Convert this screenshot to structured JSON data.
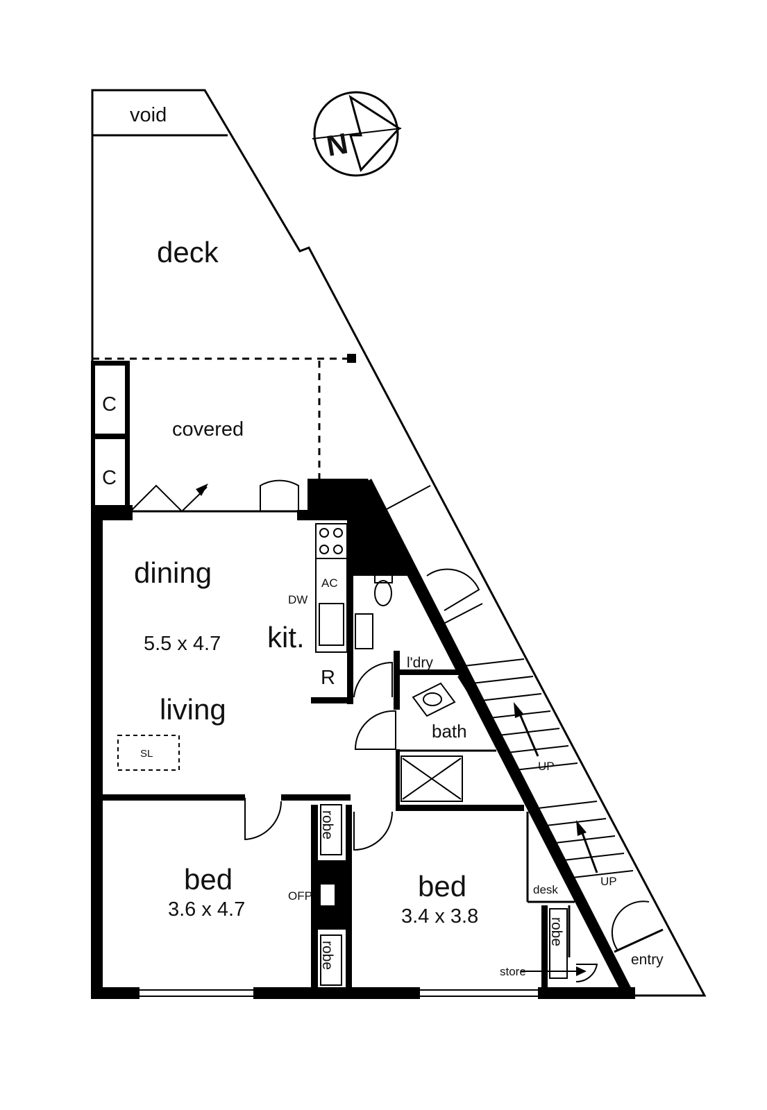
{
  "rooms": {
    "void": "void",
    "deck": "deck",
    "covered": "covered",
    "cupboard_1": "C",
    "cupboard_2": "C",
    "dining": "dining",
    "dining_living_size": "5.5 x 4.7",
    "living": "living",
    "kitchen": "kit.",
    "dishwasher": "DW",
    "air_con": "AC",
    "refrigerator": "R",
    "laundry": "l'dry",
    "bath": "bath",
    "skylight": "SL",
    "bed_1": "bed",
    "bed_1_size": "3.6 x 4.7",
    "bed_2": "bed",
    "bed_2_size": "3.4 x 3.8",
    "robe_1": "robe",
    "robe_2": "robe",
    "robe_3": "robe",
    "fireplace": "OFP",
    "desk": "desk",
    "store": "store",
    "entry": "entry",
    "stairs_up_1": "UP",
    "stairs_up_2": "UP"
  },
  "compass": {
    "label": "N"
  }
}
